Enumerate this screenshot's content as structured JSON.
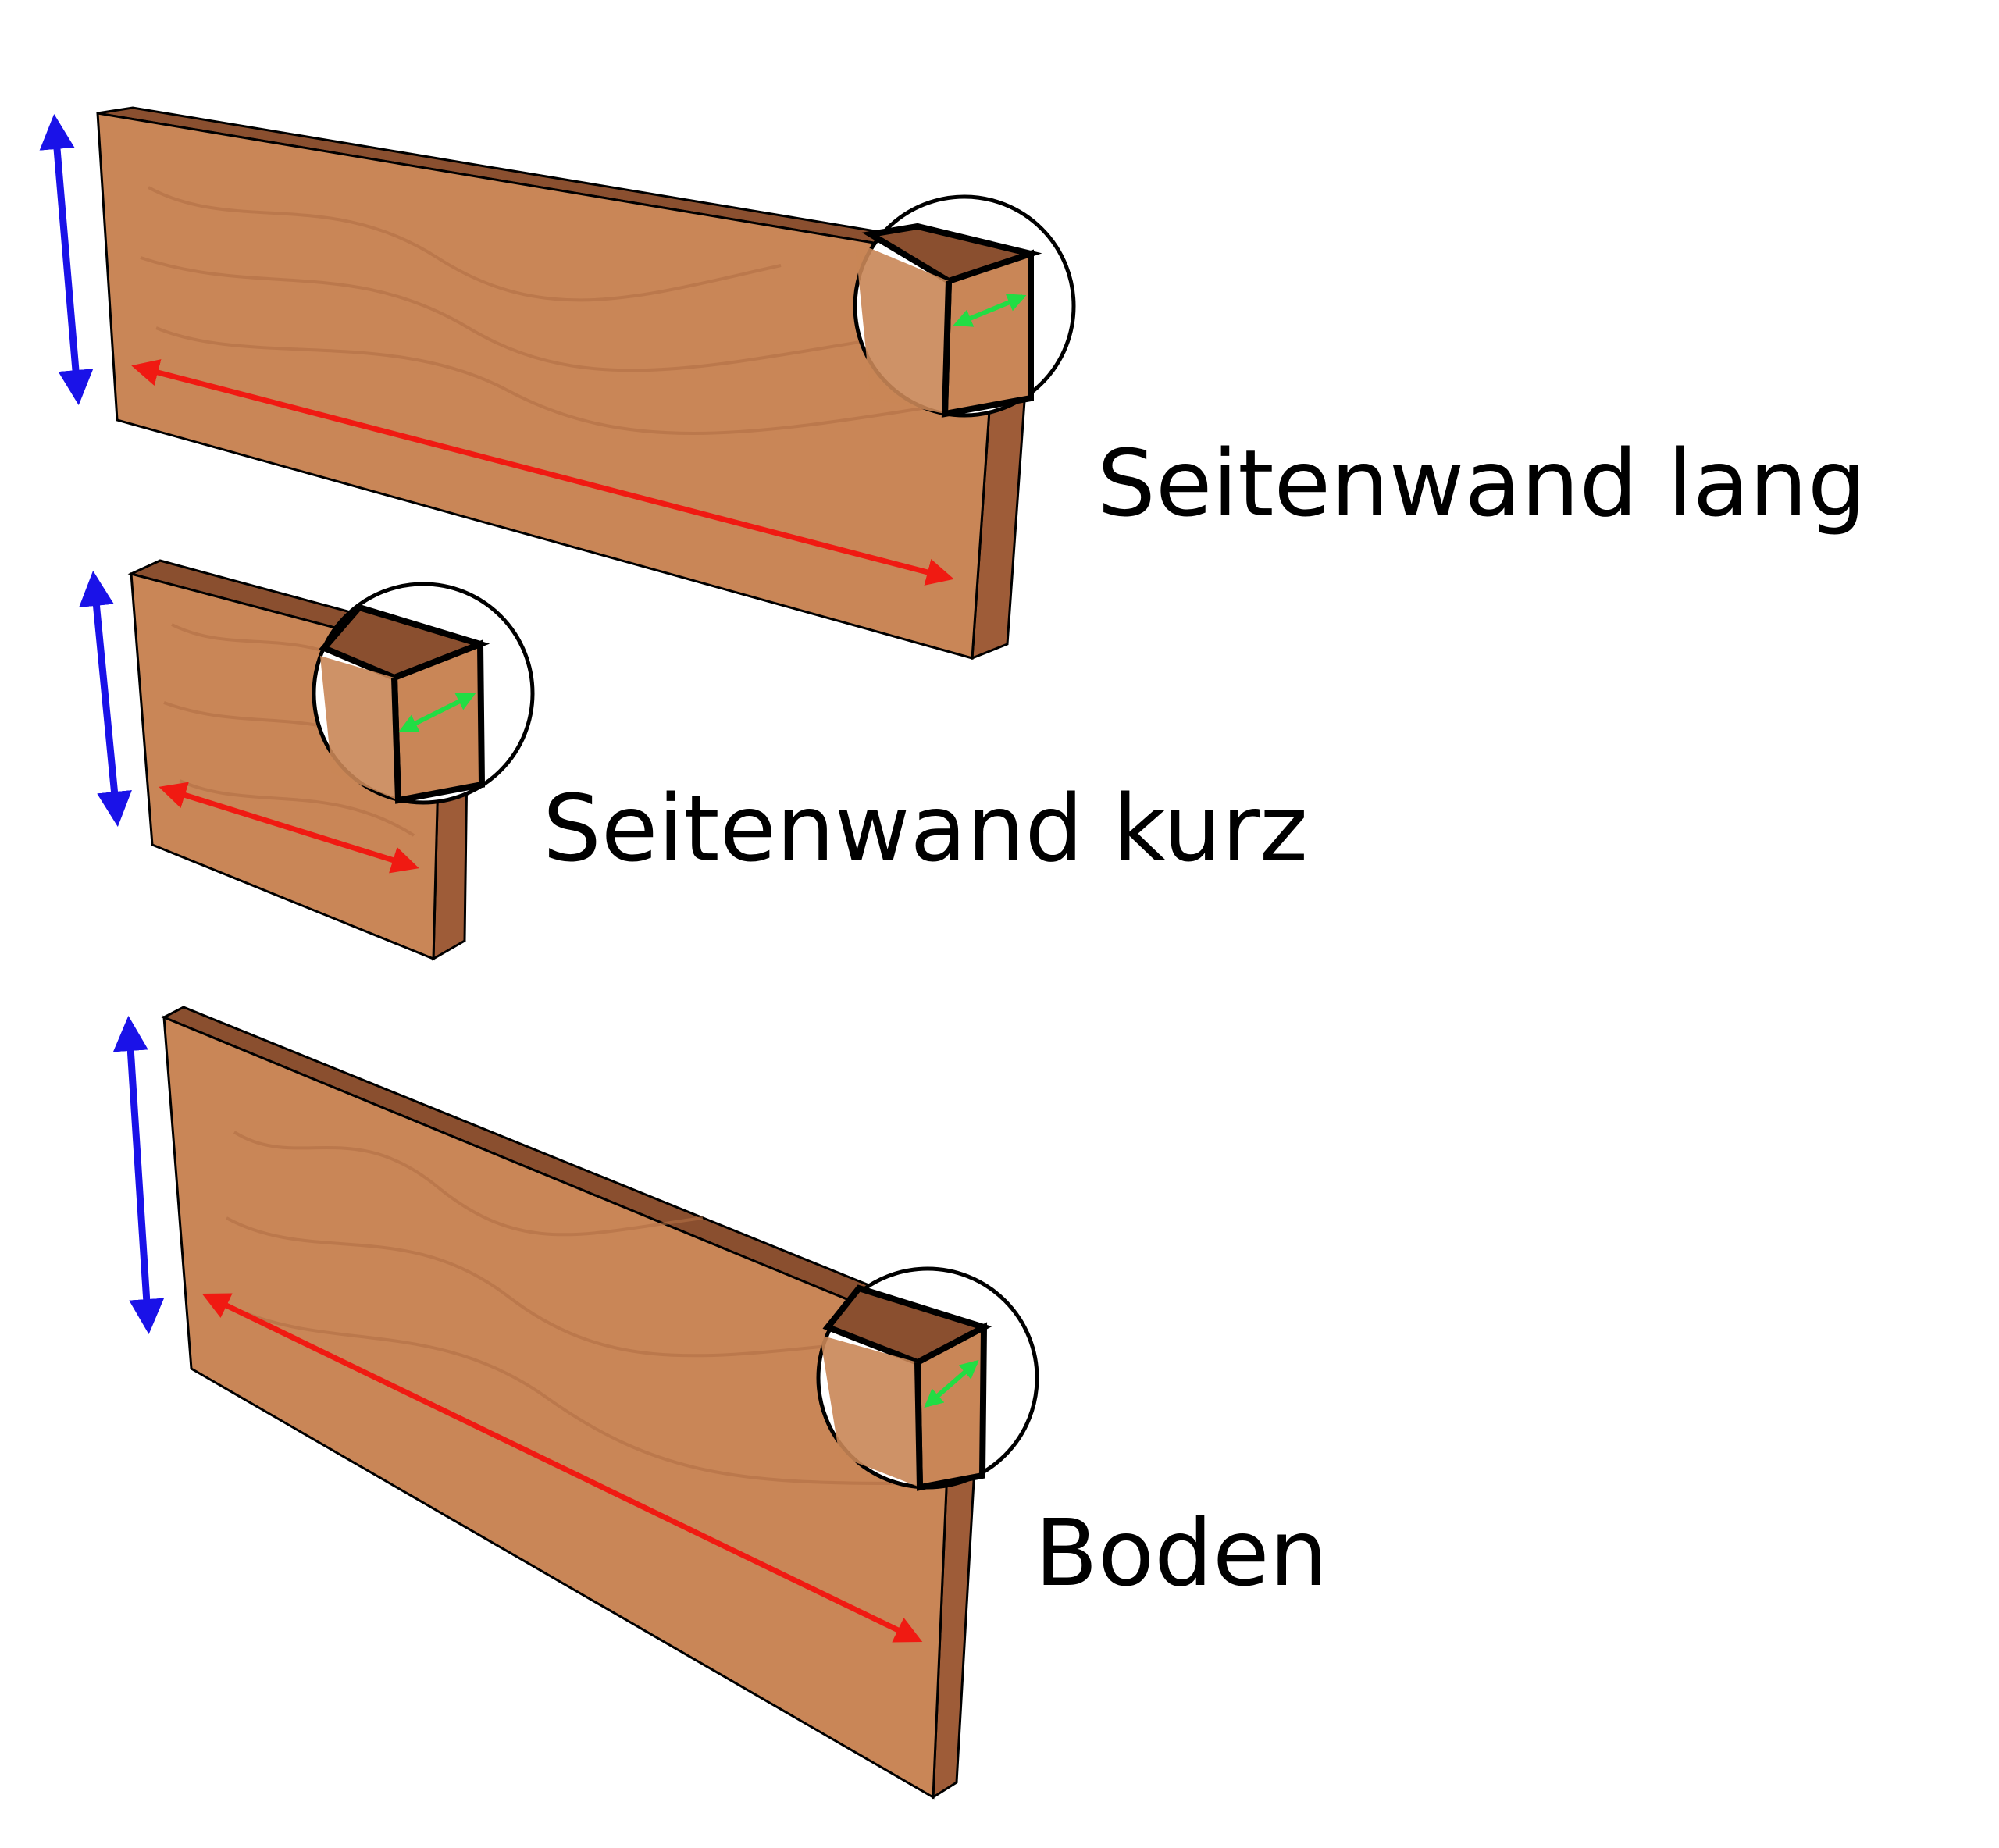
{
  "boards": [
    {
      "id": "long",
      "label": "Seitenwand lang"
    },
    {
      "id": "short",
      "label": "Seitenwand kurz"
    },
    {
      "id": "bottom",
      "label": "Boden"
    }
  ],
  "colors": {
    "face": "#c98657",
    "top_edge": "#8a4f2f",
    "end_face": "#9e5c38",
    "outline": "#000000",
    "height_arrow": "#1a12e8",
    "length_arrow": "#f01a12",
    "thickness_arrow": "#22dd44",
    "grain": "#b26f44"
  },
  "legend": {
    "height_arrow": "blue-double-arrow",
    "length_arrow": "red-double-arrow",
    "thickness_arrow": "green-double-arrow",
    "detail": "magnifier-circle"
  }
}
